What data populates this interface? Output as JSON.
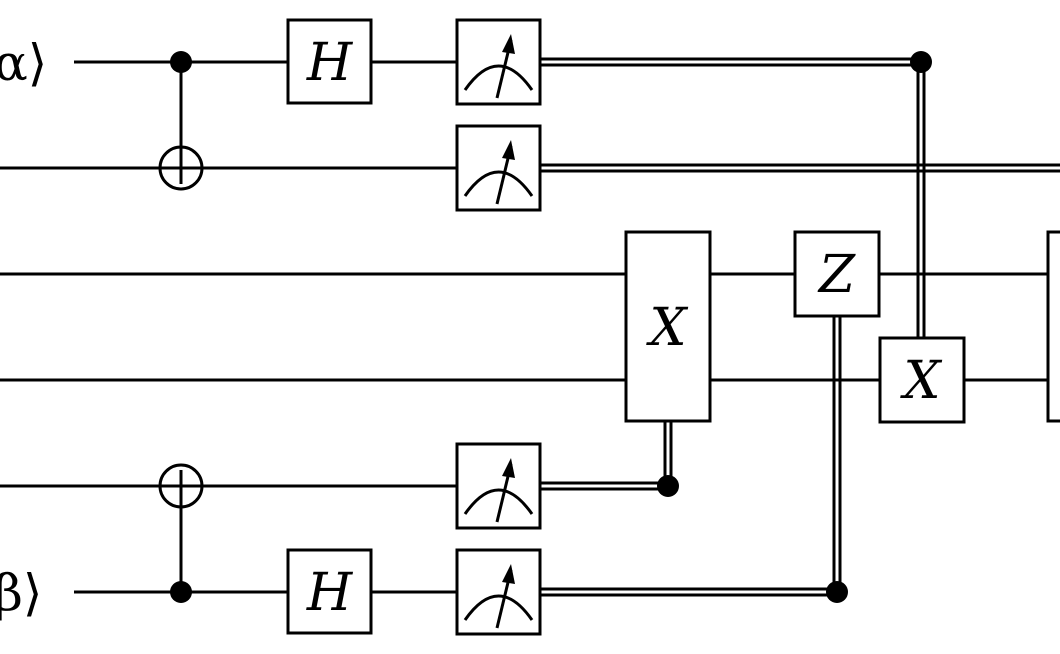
{
  "inputs": {
    "top": "α⟩",
    "bottom": "β⟩"
  },
  "gates": {
    "h_top": "H",
    "h_bottom": "H",
    "x_big": "X",
    "z": "Z",
    "x_small": "X"
  }
}
